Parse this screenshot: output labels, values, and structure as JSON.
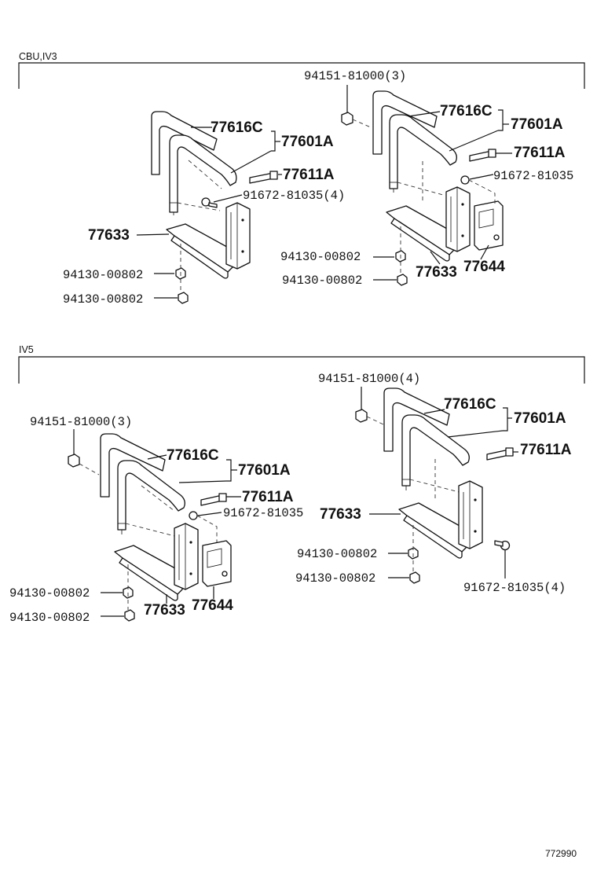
{
  "sections": [
    {
      "label": "CBU,IV3"
    },
    {
      "label": "IV5"
    }
  ],
  "labels": {
    "a_94151": "94151-81000(3)",
    "a_77616c_l": "77616C",
    "a_77601a_l": "77601A",
    "a_77611a_l": "77611A",
    "a_91672_l": "91672-81035(4)",
    "a_77633_l": "77633",
    "a_94130_l1": "94130-00802",
    "a_94130_l2": "94130-00802",
    "a_77616c_r": "77616C",
    "a_77601a_r": "77601A",
    "a_77611a_r": "77611A",
    "a_91672_r": "91672-81035",
    "a_94130_r1": "94130-00802",
    "a_94130_r2": "94130-00802",
    "a_77633_r": "77633",
    "a_77644_r": "77644",
    "b_94151_r": "94151-81000(4)",
    "b_77616c_r": "77616C",
    "b_77601a_r": "77601A",
    "b_77611a_r": "77611A",
    "b_77633_r": "77633",
    "b_94130_r1": "94130-00802",
    "b_94130_r2": "94130-00802",
    "b_91672_r": "91672-81035(4)",
    "b_94151_l": "94151-81000(3)",
    "b_77616c_l": "77616C",
    "b_77601a_l": "77601A",
    "b_77611a_l": "77611A",
    "b_91672_l": "91672-81035",
    "b_94130_l1": "94130-00802",
    "b_94130_l2": "94130-00802",
    "b_77633_l": "77633",
    "b_77644_l": "77644"
  },
  "diagram_code": "772990"
}
